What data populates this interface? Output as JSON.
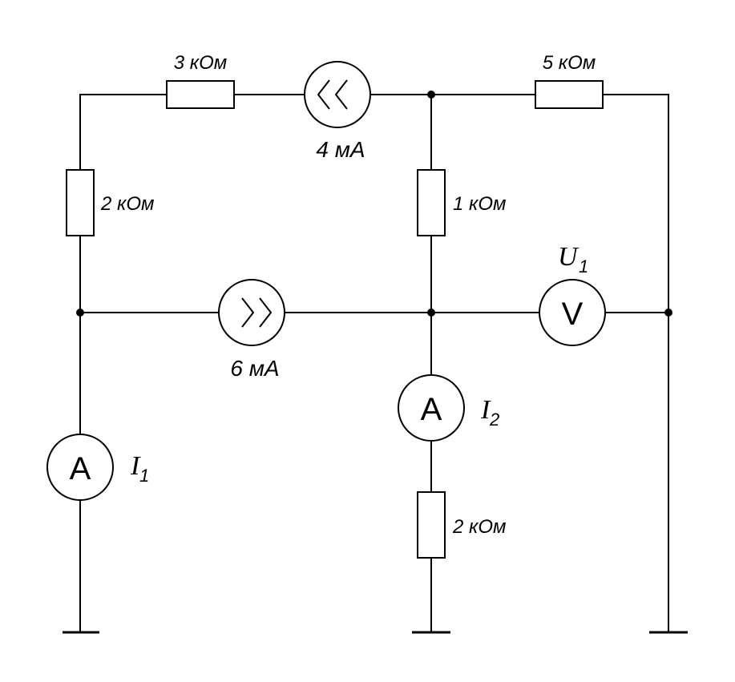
{
  "resistors": {
    "r_top_left": "3 кОм",
    "r_top_right": "5 кОм",
    "r_left": "2 кОм",
    "r_middle": "1 кОм",
    "r_bottom": "2 кОм"
  },
  "current_sources": {
    "top": "4 мА",
    "middle": "6 мА"
  },
  "meters": {
    "ammeter_symbol": "A",
    "voltmeter_symbol": "V",
    "i1_letter": "I",
    "i1_sub": "1",
    "i2_letter": "I",
    "i2_sub": "2",
    "u1_letter": "U",
    "u1_sub": "1"
  }
}
